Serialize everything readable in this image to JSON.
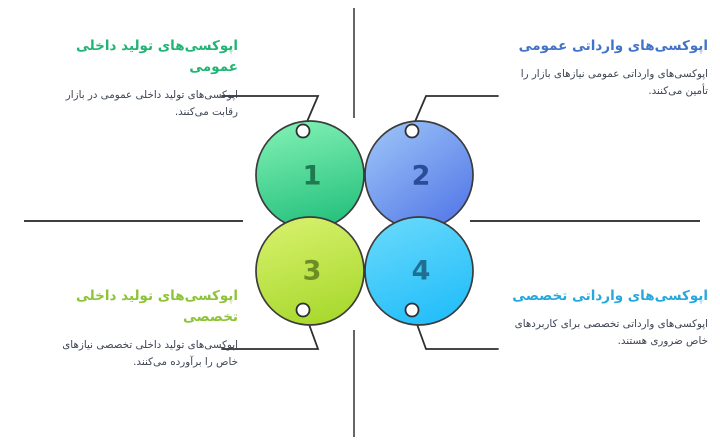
{
  "diagram": {
    "type": "four-quadrant-circles",
    "background_color": "#ffffff",
    "divider_color": "#3f3f3f",
    "connector_color": "#2f2f2f",
    "circle_stroke_color": "#3b3b3b",
    "quadrants": [
      {
        "id": "top-left",
        "number": "1",
        "title": "اپوکسی‌های تولید داخلی عمومی",
        "body": "اپوکسی‌های تولید داخلی عمومی در بازار رقابت می‌کنند.",
        "title_color": "#21b573",
        "circle_fill_start": "#7defb2",
        "circle_fill_end": "#25c07d",
        "number_color": "#1e7a4f"
      },
      {
        "id": "top-right",
        "number": "2",
        "title": "اپوکسی‌های وارداتی عمومی",
        "body": "اپوکسی‌های وارداتی عمومی نیازهای بازار را تأمین می‌کنند.",
        "title_color": "#4273c8",
        "circle_fill_start": "#9dc4f7",
        "circle_fill_end": "#5277e8",
        "number_color": "#2b4c96"
      },
      {
        "id": "bottom-left",
        "number": "3",
        "title": "اپوکسی‌های تولید داخلی تخصصی",
        "body": "اپوکسی‌های تولید داخلی تخصصی نیازهای خاص را برآورده می‌کنند.",
        "title_color": "#8cc435",
        "circle_fill_start": "#d6f06a",
        "circle_fill_end": "#a8d92e",
        "number_color": "#6b8f24"
      },
      {
        "id": "bottom-right",
        "number": "4",
        "title": "اپوکسی‌های وارداتی تخصصی",
        "body": "اپوکسی‌های وارداتی تخصصی برای کاربردهای خاص ضروری هستند.",
        "title_color": "#26a8de",
        "circle_fill_start": "#66d8fb",
        "circle_fill_end": "#23befa",
        "number_color": "#1e6f92"
      }
    ]
  }
}
